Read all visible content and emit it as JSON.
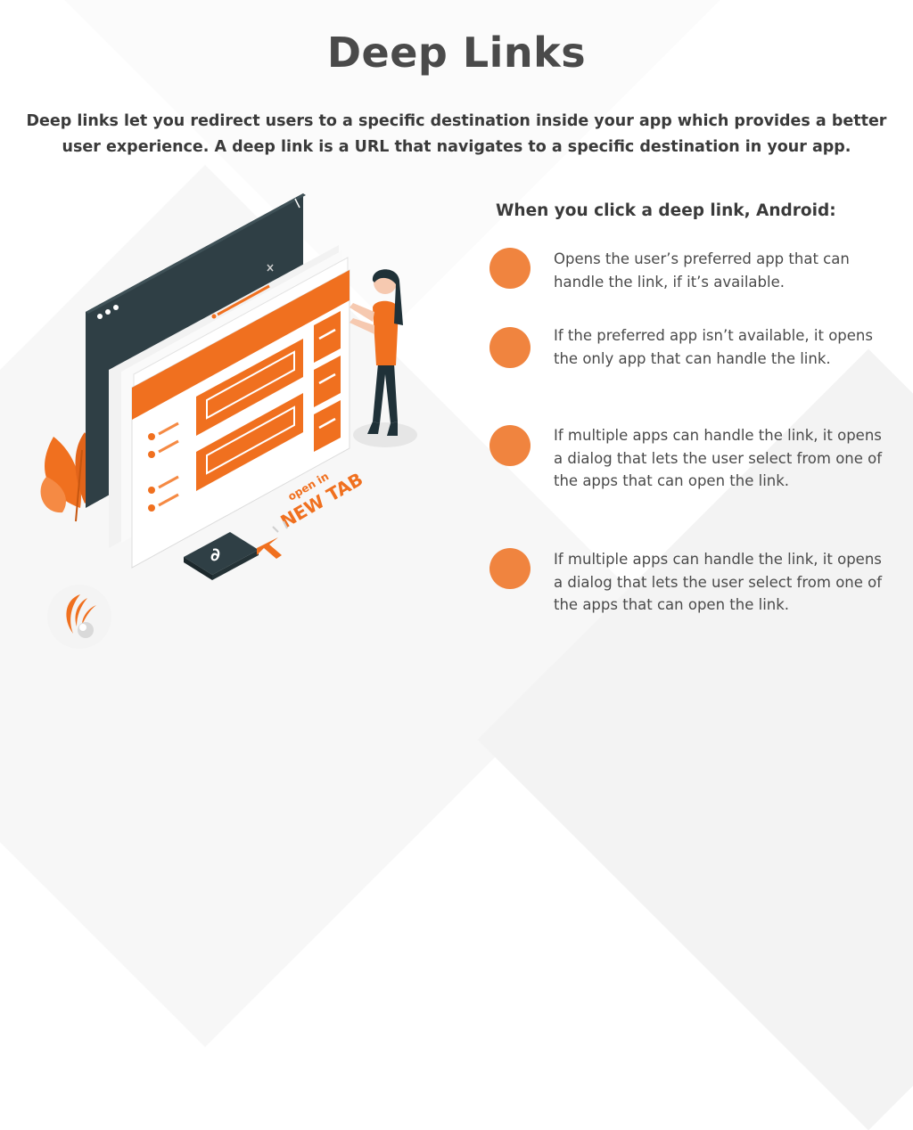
{
  "page": {
    "title": "Deep Links",
    "intro": "Deep links let you redirect users to a specific destination inside your app which provides a better user experience. A deep link is a URL that navigates to a specific destination in your app."
  },
  "illustration": {
    "badge_line1": "open in",
    "badge_line2": "NEW TAB",
    "link_glyph": "∂"
  },
  "steps_section": {
    "heading": "When you click a deep link, Android:",
    "items": [
      {
        "text": "Opens the user’s preferred app that can handle the link, if it’s available."
      },
      {
        "text": "If the preferred app isn’t available, it opens the only app that can handle the link."
      },
      {
        "text": "If multiple apps can handle the link, it opens a dialog that lets the user select from one of the apps that can open the link."
      },
      {
        "text": "If multiple apps can handle the link, it opens a dialog that lets the user select from one of the apps that can open the link."
      }
    ]
  },
  "colors": {
    "accent_orange": "#f0843f",
    "illustration_orange": "#f0701f",
    "dark_window": "#2f3f45",
    "text_dark": "#3d3d3d"
  }
}
